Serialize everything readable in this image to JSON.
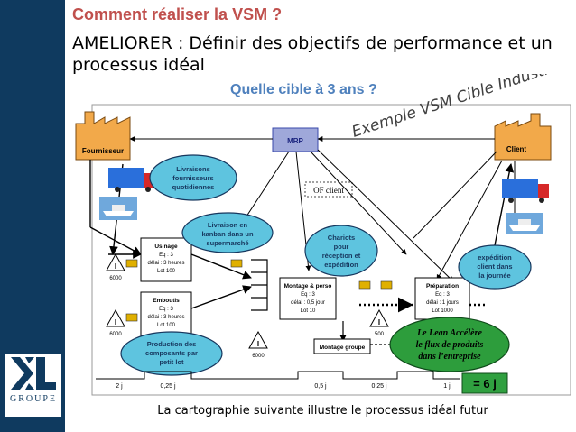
{
  "slide": {
    "title": "Comment réaliser la VSM ?",
    "heading": "AMELIORER : Définir des objectifs de performance et un processus idéal",
    "caption": "La cartographie suivante illustre le processus idéal futur"
  },
  "diagram": {
    "question": "Quelle cible à 3 ans ?",
    "watermark": "Exemple VSM Cible Industrie",
    "supplier": "Fournisseur",
    "client": "Client",
    "mrp": "MRP",
    "of_client": "OF client",
    "clouds": {
      "deliveries": [
        "Livraisons",
        "fournisseurs",
        "quotidiennes"
      ],
      "kanban": [
        "Livraison en",
        "kanban dans un",
        "supermarché"
      ],
      "trolleys": [
        "Chariots",
        "pour",
        "réception et",
        "expédition"
      ],
      "shipping": [
        "expédition",
        "client dans",
        "la journée"
      ],
      "small_lot": [
        "Production des",
        "composants par",
        "petit lot"
      ],
      "lean": [
        "Le Lean Accélère",
        "le flux de produits",
        "dans l’entreprise"
      ]
    },
    "processes": {
      "usinage": [
        "Usinage",
        "Eq : 3",
        "délai : 3 heures",
        "Lot 100"
      ],
      "emboutis": [
        "Emboutis",
        "Eq : 3",
        "délai : 3 heures",
        "Lot 100"
      ],
      "montage": [
        "Montage & perso",
        "Eq : 3",
        "délai : 0,5 jour",
        "Lot 10"
      ],
      "preparation": [
        "Préparation",
        "Eq : 3",
        "délai : 1 jours",
        "Lot 1000"
      ],
      "montage_groupe": "Montage groupe"
    },
    "inventory": {
      "usinage": "6000",
      "emboutis": "6000",
      "kanban": "6000",
      "montage": "500"
    },
    "timeline": [
      "2 j",
      "0,25 j",
      "0,5 j",
      "0,25 j",
      "1 j"
    ],
    "total": "= 6 j"
  },
  "colors": {
    "accent_title": "#c0504d",
    "sidebar": "#0f3a5f",
    "cloud_fill": "#5ec4df",
    "cloud_stroke": "#17375e",
    "lean_fill": "#2d9d3c",
    "factory_fill": "#f2a94a",
    "mrp_fill": "#9fa8da",
    "question": "#4f81bd",
    "watermark": "#404040",
    "total_fill": "#30a040"
  }
}
